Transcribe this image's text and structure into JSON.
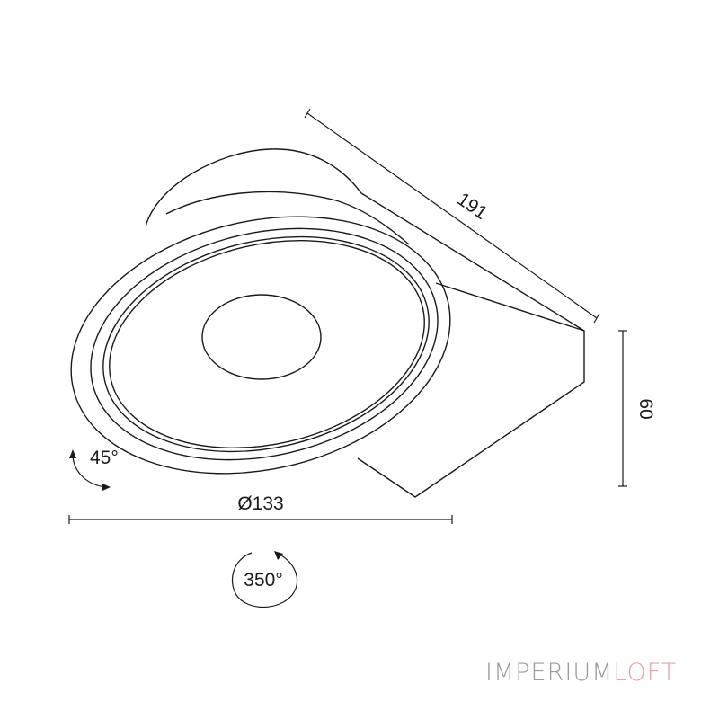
{
  "dimensions": {
    "length": "191",
    "height": "60",
    "diameter": "Ø133",
    "tilt_angle": "45°",
    "rotation_angle": "350°"
  },
  "brand": {
    "part1": "IMPERIUM",
    "part2": "LOFT",
    "color1": "#9b9b9b",
    "color2": "#e8a3a3"
  }
}
